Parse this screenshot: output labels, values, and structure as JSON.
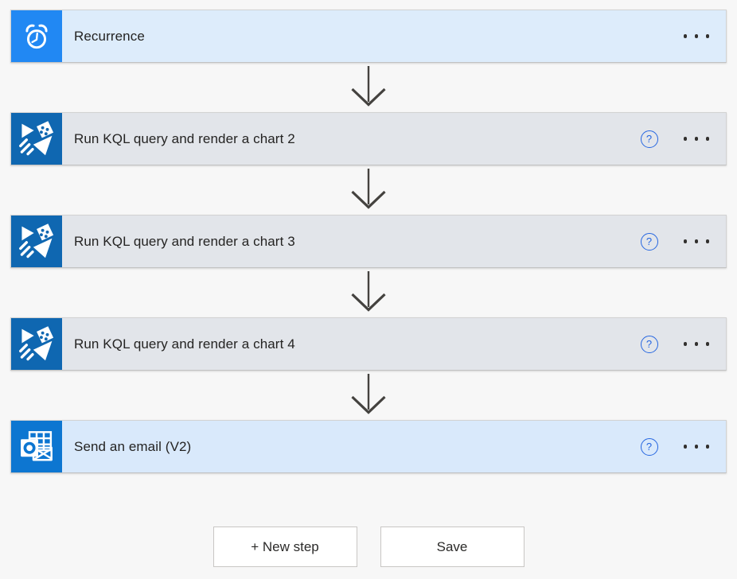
{
  "canvas": {
    "background_color": "#f7f7f7",
    "arrow_color": "#44423f"
  },
  "steps": [
    {
      "label": "Recurrence",
      "type": "trigger",
      "connector": "Schedule",
      "icon": "alarm-clock-icon",
      "icon_bg": "#2188f3",
      "card_bg": "#ddecfb",
      "has_help": false,
      "has_menu": true
    },
    {
      "label": "Run KQL query and render a chart 2",
      "type": "action",
      "connector": "Azure Data Explorer",
      "icon": "azure-data-explorer-icon",
      "icon_bg": "#0f67b1",
      "card_bg": "#e2e5ea",
      "has_help": true,
      "has_menu": true
    },
    {
      "label": "Run KQL query and render a chart 3",
      "type": "action",
      "connector": "Azure Data Explorer",
      "icon": "azure-data-explorer-icon",
      "icon_bg": "#0f67b1",
      "card_bg": "#e2e5ea",
      "has_help": true,
      "has_menu": true
    },
    {
      "label": "Run KQL query and render a chart 4",
      "type": "action",
      "connector": "Azure Data Explorer",
      "icon": "azure-data-explorer-icon",
      "icon_bg": "#0f67b1",
      "card_bg": "#e2e5ea",
      "has_help": true,
      "has_menu": true
    },
    {
      "label": "Send an email (V2)",
      "type": "action",
      "connector": "Office 365 Outlook",
      "icon": "outlook-icon",
      "icon_bg": "#0d76d1",
      "card_bg": "#d9e9fb",
      "has_help": true,
      "has_menu": true
    }
  ],
  "icons": {
    "help_glyph": "?",
    "help_color": "#2465e0",
    "menu_icon": "ellipsis",
    "menu_color": "#32302e"
  },
  "footer": {
    "new_step_label": "+ New step",
    "save_label": "Save"
  }
}
